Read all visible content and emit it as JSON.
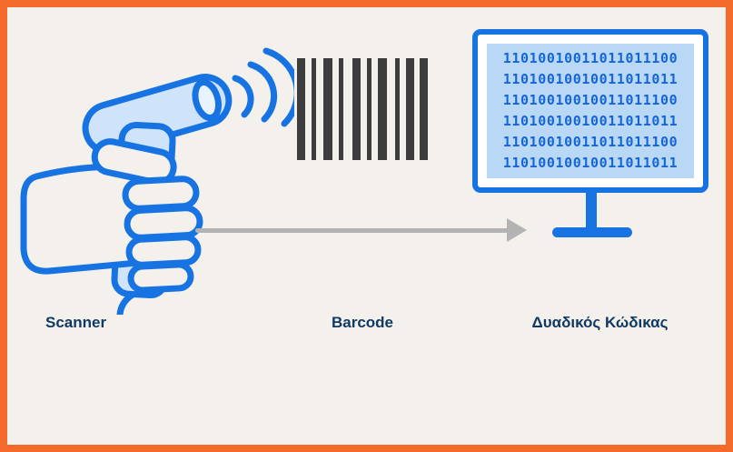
{
  "diagram": {
    "labels": {
      "scanner": "Scanner",
      "barcode": "Barcode",
      "binary": "Δυαδικός Κώδικας"
    },
    "monitor": {
      "lines": [
        "11010010011011011100",
        "11010010010011011011",
        "11010010010011011100",
        "11010010010011011011",
        "11010010011011011100",
        "11010010010011011011"
      ]
    },
    "barcode": {
      "bars": [
        [
          9,
          7
        ],
        [
          5,
          8
        ],
        [
          10,
          7
        ],
        [
          5,
          10
        ],
        [
          9,
          7
        ],
        [
          5,
          7
        ],
        [
          10,
          9
        ],
        [
          5,
          7
        ],
        [
          9,
          6
        ],
        [
          9,
          0
        ]
      ]
    },
    "icons": {
      "scanner": "handheld-barcode-scanner-in-hand",
      "waves": "scan-sound-waves",
      "monitor": "computer-monitor",
      "arrow": "right-flow-arrow"
    },
    "colors": {
      "frame": "#f46a2a",
      "background": "#f4f1ec",
      "blue": "#1673e1",
      "light_blue": "#cfe3fa",
      "lighter_blue": "#e9f3fd",
      "screen": "#b9d8f5",
      "binary_text": "#1565d8",
      "bar": "#3d3d3d",
      "arrow": "#b3b3b3",
      "label": "#0f3a63"
    }
  }
}
